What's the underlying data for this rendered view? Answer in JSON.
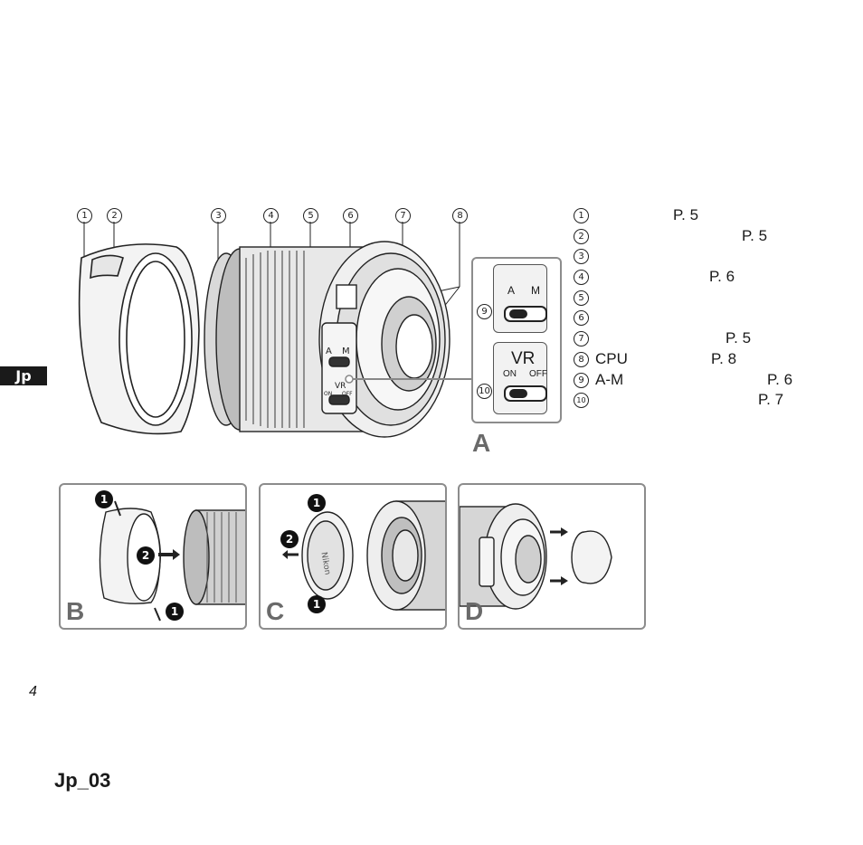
{
  "side_tab": "Jp",
  "callouts_top": [
    "1",
    "2",
    "3",
    "4",
    "5",
    "6",
    "7",
    "8"
  ],
  "legend": [
    {
      "num": "1",
      "text": "",
      "page": "P. 5"
    },
    {
      "num": "2",
      "text": "",
      "page": "P. 5"
    },
    {
      "num": "3",
      "text": "",
      "page": ""
    },
    {
      "num": "4",
      "text": "",
      "page": "P. 6"
    },
    {
      "num": "5",
      "text": "",
      "page": ""
    },
    {
      "num": "6",
      "text": "",
      "page": ""
    },
    {
      "num": "7",
      "text": "",
      "page": "P. 5"
    },
    {
      "num": "8",
      "text": "CPU",
      "page": "P. 8"
    },
    {
      "num": "9",
      "text": "A-M",
      "page": "P. 6"
    },
    {
      "num": "10",
      "text": "",
      "page": "P. 7"
    }
  ],
  "inset": {
    "letter": "A",
    "switch_am": {
      "left": "A",
      "right": "M",
      "num": "9"
    },
    "switch_vr": {
      "title": "VR",
      "left": "ON",
      "right": "OFF",
      "num": "10"
    },
    "lens_am": {
      "left": "A",
      "right": "M"
    },
    "lens_vr": {
      "title": "VR",
      "left": "ON",
      "right": "OFF"
    }
  },
  "panels": [
    {
      "letter": "B",
      "steps": [
        "1",
        "2",
        "1"
      ]
    },
    {
      "letter": "C",
      "steps": [
        "1",
        "2",
        "1"
      ],
      "brand": "Nikon"
    },
    {
      "letter": "D"
    }
  ],
  "page_number": "4",
  "footer_code": "Jp_03"
}
